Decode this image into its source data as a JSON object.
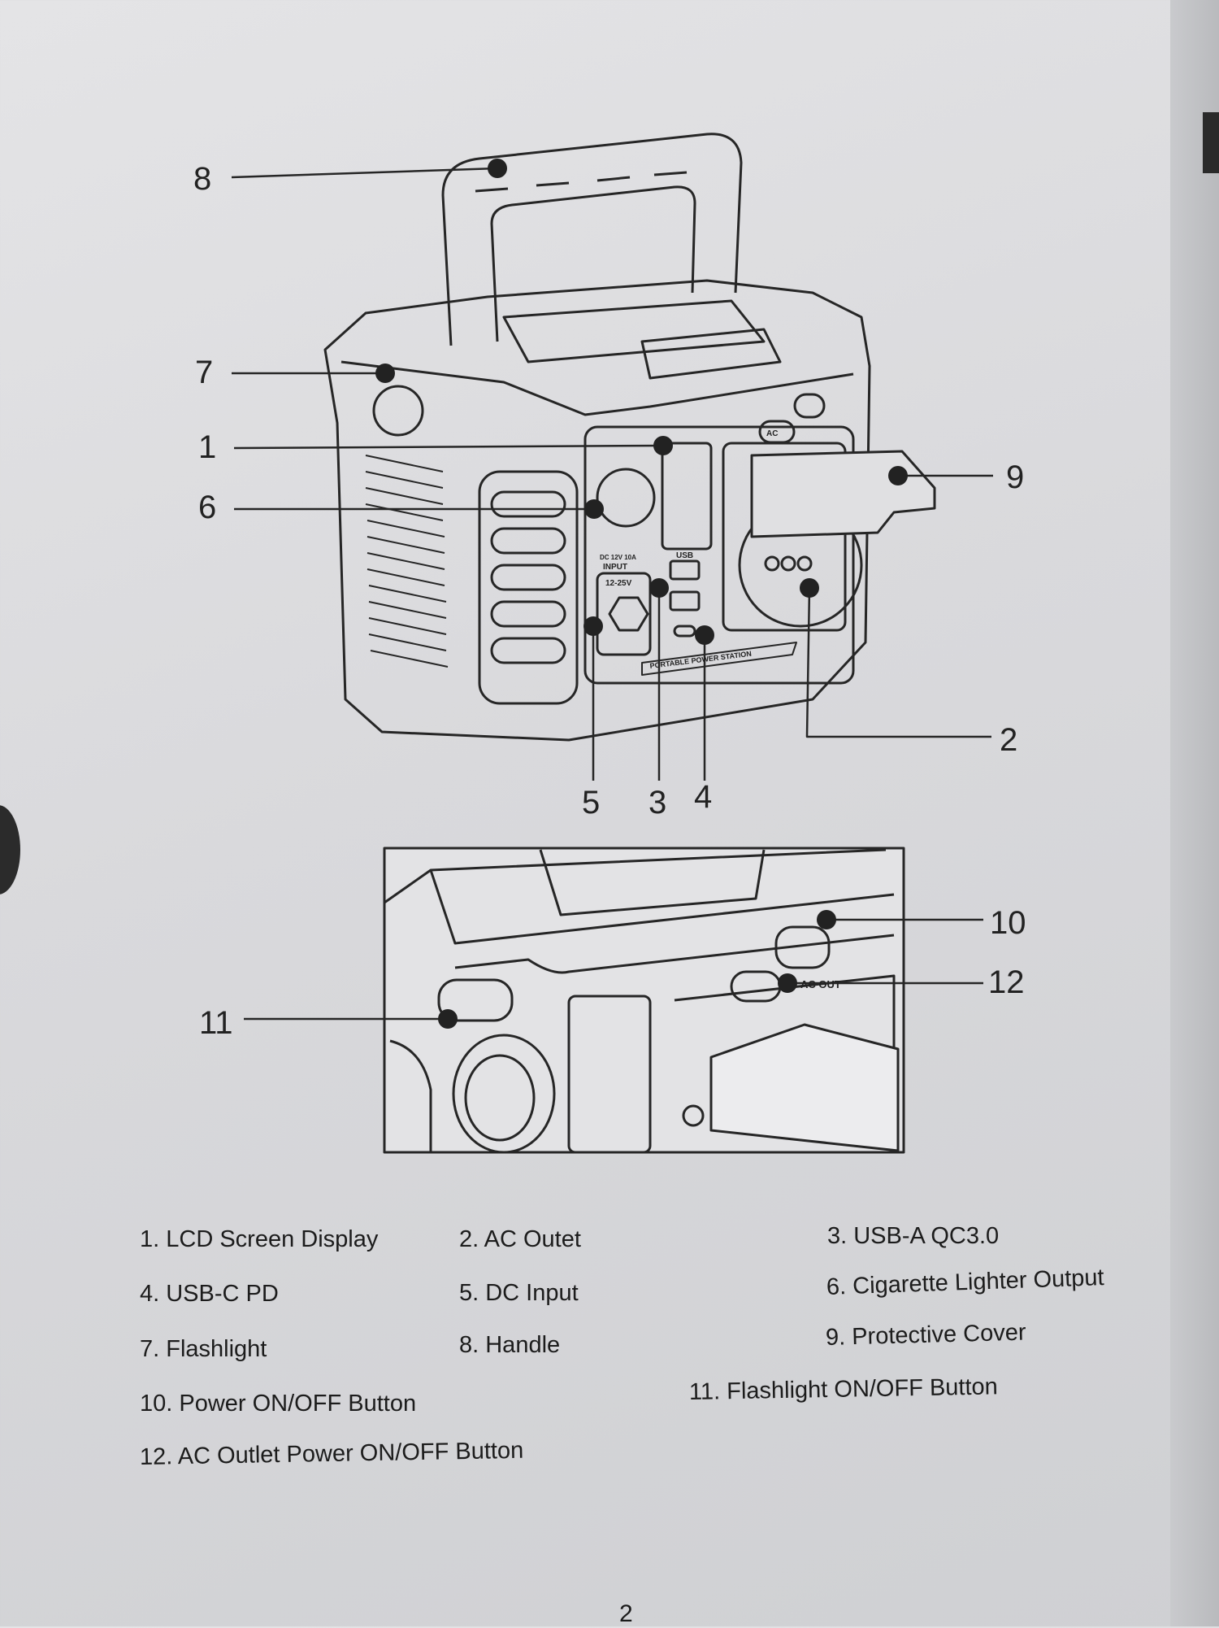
{
  "callouts": {
    "c1": "1",
    "c2": "2",
    "c3": "3",
    "c4": "4",
    "c5": "5",
    "c6": "6",
    "c7": "7",
    "c8": "8",
    "c9": "9",
    "c10": "10",
    "c11": "11",
    "c12": "12"
  },
  "device_markings": {
    "input": "INPUT",
    "input_voltage": "12-25V",
    "dc_out": "DC 12V 10A",
    "usb": "USB",
    "ac": "AC",
    "ac_out": "AC OUT",
    "brand_strip": "PORTABLE POWER STATION"
  },
  "legend": [
    "1. LCD Screen Display",
    "2. AC Outet",
    "3. USB-A QC3.0",
    "4. USB-C PD",
    "5. DC Input",
    "6. Cigarette Lighter Output",
    "7. Flashlight",
    "8. Handle",
    "9. Protective Cover",
    "10. Power ON/OFF Button",
    "11. Flashlight ON/OFF Button",
    "12. AC Outlet Power ON/OFF Button"
  ],
  "page_number": "2"
}
